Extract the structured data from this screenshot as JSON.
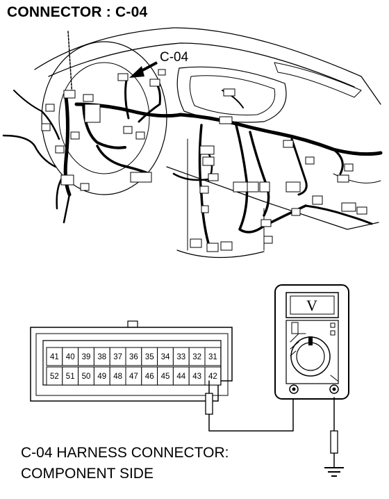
{
  "header": {
    "title": "CONNECTOR : C-04"
  },
  "dash_diagram": {
    "callout": "C-04"
  },
  "connector": {
    "top_row": [
      "41",
      "40",
      "39",
      "38",
      "37",
      "36",
      "35",
      "34",
      "33",
      "32",
      "31"
    ],
    "bottom_row": [
      "52",
      "51",
      "50",
      "49",
      "48",
      "47",
      "46",
      "45",
      "44",
      "43",
      "42"
    ]
  },
  "meter": {
    "display": "V"
  },
  "caption": {
    "line1": "C-04 HARNESS CONNECTOR:",
    "line2": "COMPONENT SIDE"
  }
}
